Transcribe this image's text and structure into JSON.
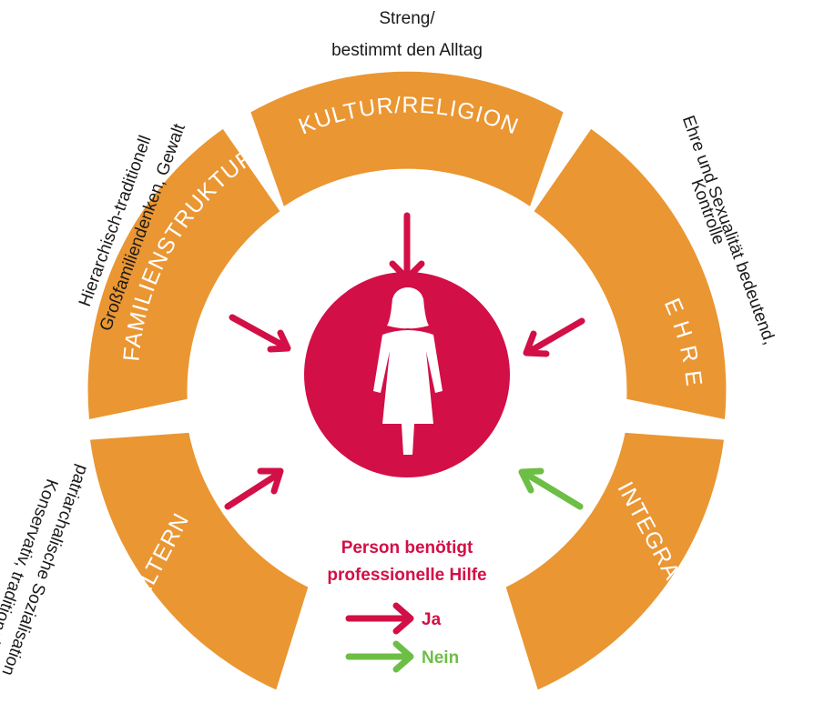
{
  "colors": {
    "segment": "#EA9632",
    "ja": "#D20F46",
    "nein": "#6DBE45",
    "circle": "#D20F46",
    "text_dark": "#1A1A1A"
  },
  "segments": {
    "kultur": {
      "label": "KULTUR/RELIGION",
      "description_lines": [
        "Streng/",
        "bestimmt den Alltag"
      ],
      "arrow": "ja"
    },
    "familienstruktur": {
      "label": "FAMILIENSTRUKTUR",
      "description_lines": [
        "Hierarchisch-traditionell",
        "Großfamiliendenken, Gewalt"
      ],
      "arrow": "ja"
    },
    "ehre": {
      "label": "E H R E",
      "description_lines": [
        "Ehre und Sexualität bedeutend,",
        "Kontrolle"
      ],
      "arrow": "ja"
    },
    "eltern": {
      "label": "ELTERN",
      "description_lines": [
        "Konservativ, traditionelle-",
        "patriarchalische Sozialisation"
      ],
      "arrow": "ja"
    },
    "integration": {
      "label": "INTEGRATION",
      "description_lines": [],
      "arrow": "nein"
    }
  },
  "center": {
    "icon": "woman-icon",
    "title_lines": [
      "Person benötigt",
      "professionelle Hilfe"
    ]
  },
  "legend": [
    {
      "label": "Ja",
      "color_key": "ja"
    },
    {
      "label": "Nein",
      "color_key": "nein"
    }
  ]
}
